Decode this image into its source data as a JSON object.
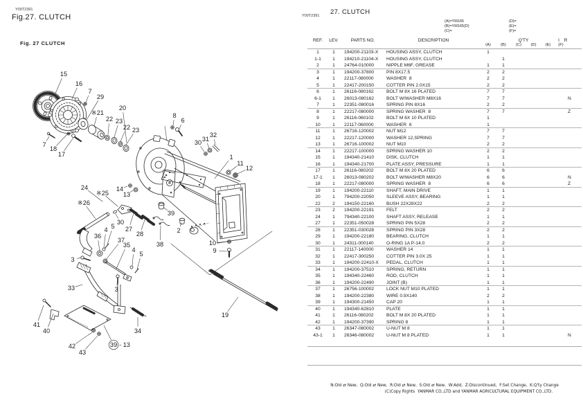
{
  "page": {
    "doc_code": "Y00T2391",
    "fig_title": "Fig.27.  CLUTCH",
    "fig_sublabel": "Fig. 27   CLUTCH"
  },
  "table": {
    "doc_code": "Y00T2391",
    "title": "27.  CLUTCH",
    "models_left": [
      "(A)=YM165",
      "(B)=YM165(D)",
      "(C)="
    ],
    "models_right": [
      "(D)=",
      "(E)=",
      "(F)="
    ],
    "columns": {
      "ref": "REF.",
      "lev": "LEV.",
      "part": "PARTS NO.",
      "desc": "DESCRIPTION",
      "qty": "Q'TY",
      "i": "I",
      "r": "R"
    },
    "qty_cols": [
      "(A)",
      "(B)",
      "(C)",
      "(D)",
      "(E)",
      "(F)"
    ],
    "rows": [
      [
        "1",
        "1",
        "194200-21103-X",
        "HOUSING ASSY, CLUTCH",
        "1",
        "",
        "",
        "",
        "",
        "",
        ""
      ],
      [
        "1-1",
        "1",
        "194210-21104-X",
        "HOUSING ASSY, CLUTCH",
        "",
        "1",
        "",
        "",
        "",
        "",
        ""
      ],
      [
        "2",
        "1",
        "24764-010000",
        "NIPPLE M6F, GREASE",
        "1",
        "1",
        "",
        "",
        "",
        "",
        ""
      ],
      [
        "3",
        "1",
        "194200-37800",
        "PIN 8X17.5",
        "2",
        "2",
        "",
        "",
        "",
        "",
        ""
      ],
      [
        "4",
        "1",
        "22117-080000",
        "WASHER  8",
        "2",
        "2",
        "",
        "",
        "",
        "",
        ""
      ],
      [
        "5",
        "1",
        "22417-200150",
        "COTTER PIN 2.0X15",
        "2",
        "2",
        "",
        "",
        "",
        "",
        ""
      ],
      [
        "6",
        "1",
        "26116-080162",
        "BOLT M 8X 16 PLATED",
        "7",
        "7",
        "",
        "",
        "",
        "",
        ""
      ],
      [
        "6-1",
        "1",
        "26013-080162",
        "BOLT W/WASHER M8X16",
        "7",
        "7",
        "",
        "",
        "",
        "",
        "N"
      ],
      [
        "7",
        "1",
        "22351-080016",
        "SPRING PIN 8X16",
        "2",
        "2",
        "",
        "",
        "",
        "",
        ""
      ],
      [
        "8",
        "1",
        "22217-080000",
        "SPRING WASHER  8",
        "7",
        "7",
        "",
        "",
        "",
        "",
        "Z"
      ],
      [
        "9",
        "1",
        "26116-060102",
        "BOLT M 6X 10 PLATED",
        "1",
        "",
        "",
        "",
        "",
        "",
        ""
      ],
      [
        "10",
        "1",
        "22117-060000",
        "WASHER  6",
        "1",
        "",
        "",
        "",
        "",
        "",
        ""
      ],
      [
        "11",
        "1",
        "26716-120002",
        "NUT M12",
        "7",
        "7",
        "",
        "",
        "",
        "",
        ""
      ],
      [
        "12",
        "1",
        "22217-120000",
        "WASHER 12,SPRING",
        "7",
        "7",
        "",
        "",
        "",
        "",
        ""
      ],
      [
        "13",
        "1",
        "26716-100002",
        "NUT M10",
        "2",
        "2",
        "",
        "",
        "",
        "",
        ""
      ],
      [
        "14",
        "1",
        "22217-100000",
        "SPRING WASHER 10",
        "2",
        "2",
        "",
        "",
        "",
        "",
        ""
      ],
      [
        "15",
        "1",
        "194340-21410",
        "DISK, CLUTCH",
        "1",
        "1",
        "",
        "",
        "",
        "",
        ""
      ],
      [
        "16",
        "1",
        "194340-21700",
        "PLATE ASSY, PRESSURE",
        "1",
        "1",
        "",
        "",
        "",
        "",
        ""
      ],
      [
        "17",
        "1",
        "26116-080202",
        "BOLT M 8X 20 PLATED",
        "6",
        "6",
        "",
        "",
        "",
        "",
        ""
      ],
      [
        "17-1",
        "1",
        "26013-080202",
        "BOLT W/WASHER M8X20",
        "6",
        "6",
        "",
        "",
        "",
        "",
        "N"
      ],
      [
        "18",
        "1",
        "22217-080000",
        "SPRING WASHER  8",
        "6",
        "6",
        "",
        "",
        "",
        "",
        "Z"
      ],
      [
        "19",
        "1",
        "194200-22110",
        "SHAFT, MAIN DRIVE",
        "1",
        "1",
        "",
        "",
        "",
        "",
        ""
      ],
      [
        "20",
        "1",
        "794200-22050",
        "SLEEVE ASSY, BEARING",
        "1",
        "1",
        "",
        "",
        "",
        "",
        ""
      ],
      [
        "22",
        "2",
        "194150-22160",
        "BUSH 22X28X22",
        "2",
        "2",
        "",
        "",
        "",
        "",
        ""
      ],
      [
        "23",
        "2",
        "194200-22191",
        "FELT",
        "2",
        "2",
        "",
        "",
        "",
        "",
        ""
      ],
      [
        "24",
        "1",
        "794340-22100",
        "SHAFT ASSY, RELEASE",
        "1",
        "1",
        "",
        "",
        "",
        "",
        ""
      ],
      [
        "27",
        "1",
        "22351-050028",
        "SPRING PIN 5X28",
        "2",
        "2",
        "",
        "",
        "",
        "",
        ""
      ],
      [
        "28",
        "1",
        "22351-030028",
        "SPRING PIN 3X28",
        "2",
        "2",
        "",
        "",
        "",
        "",
        ""
      ],
      [
        "29",
        "1",
        "194200-22180",
        "BEARING, CLUTCH",
        "1",
        "1",
        "",
        "",
        "",
        "",
        ""
      ],
      [
        "30",
        "1",
        "24311-000140",
        "O-RING 1A P-14.0",
        "2",
        "2",
        "",
        "",
        "",
        "",
        ""
      ],
      [
        "31",
        "1",
        "22117-140000",
        "WASHER 14",
        "1",
        "1",
        "",
        "",
        "",
        "",
        ""
      ],
      [
        "32",
        "1",
        "22417-300250",
        "COTTER PIN 3.0X 25",
        "1",
        "1",
        "",
        "",
        "",
        "",
        ""
      ],
      [
        "33",
        "1",
        "194200-22410-X",
        "PEDAL, CLUTCH",
        "1",
        "1",
        "",
        "",
        "",
        "",
        ""
      ],
      [
        "34",
        "1",
        "194200-37510",
        "SPRING, RETURN",
        "1",
        "1",
        "",
        "",
        "",
        "",
        ""
      ],
      [
        "35",
        "1",
        "194340-22460",
        "ROD, CLUTCH",
        "1",
        "1",
        "",
        "",
        "",
        "",
        ""
      ],
      [
        "36",
        "1",
        "194200-22490",
        "JOINT (B)",
        "1",
        "1",
        "",
        "",
        "",
        "",
        ""
      ],
      [
        "37",
        "1",
        "26756-100002",
        "LOCK NUT M10 PLATED",
        "1",
        "1",
        "",
        "",
        "",
        "",
        ""
      ],
      [
        "38",
        "1",
        "194200-22380",
        "WIRE 0.9X140",
        "2",
        "2",
        "",
        "",
        "",
        "",
        ""
      ],
      [
        "39",
        "1",
        "194300-21450",
        "CAP 20",
        "1",
        "1",
        "",
        "",
        "",
        "",
        ""
      ],
      [
        "40",
        "1",
        "194340-62810",
        "PLATE",
        "1",
        "1",
        "",
        "",
        "",
        "",
        ""
      ],
      [
        "41",
        "1",
        "26116-080202",
        "BOLT M 8X 20 PLATED",
        "1",
        "1",
        "",
        "",
        "",
        "",
        ""
      ],
      [
        "42",
        "1",
        "194200-37390",
        "SPRING 8",
        "1",
        "1",
        "",
        "",
        "",
        "",
        ""
      ],
      [
        "43",
        "1",
        "26347-080002",
        "U-NUT M 8",
        "1",
        "1",
        "",
        "",
        "",
        "",
        ""
      ],
      [
        "43-1",
        "1",
        "26346-080002",
        "U-NUT M 8 PLATED",
        "1",
        "1",
        "",
        "",
        "",
        "",
        "N"
      ]
    ]
  },
  "footer": {
    "legend": "N:Old ⇄ New,  Q:Old ⇄ New,  R:Old ⇄ New,  S:Old ⇄ New,  W:Add,  Z:Discontinued,  F:Set Change,  K:Q'ty Change",
    "copyright": "(C)Copy Rights  YANMAR CO.,LTD and YANMAR AGRICULTURAL EQUIPMENT CO.,LTD."
  },
  "diagram": {
    "callouts": [
      [
        "15",
        92,
        107,
        80,
        135
      ],
      [
        "16",
        114,
        121,
        104,
        143
      ],
      [
        "7",
        130,
        132,
        124,
        148
      ],
      [
        "29",
        145,
        140,
        125,
        173
      ],
      [
        "※21",
        141,
        163,
        136,
        182
      ],
      [
        "20",
        177,
        156,
        183,
        206
      ],
      [
        "22",
        158,
        172,
        156,
        194
      ],
      [
        "23",
        172,
        175,
        165,
        198
      ],
      [
        "22",
        183,
        184,
        174,
        204
      ],
      [
        "23",
        196,
        188,
        182,
        209
      ],
      [
        "7",
        64,
        209,
        71,
        197
      ],
      [
        "18",
        77,
        215,
        97,
        194
      ],
      [
        "17",
        89,
        223,
        106,
        199
      ],
      [
        "8",
        252,
        167,
        250,
        181
      ],
      [
        "6",
        264,
        174,
        259,
        186
      ],
      [
        "30",
        286,
        206,
        295,
        219
      ],
      [
        "31",
        297,
        201,
        302,
        214
      ],
      [
        "32",
        308,
        195,
        311,
        209
      ],
      [
        "1",
        334,
        227,
        310,
        258
      ],
      [
        "11",
        347,
        236,
        333,
        247
      ],
      [
        "12",
        360,
        243,
        343,
        251
      ],
      [
        "14",
        173,
        273,
        184,
        269
      ],
      [
        "13",
        183,
        281,
        192,
        275
      ],
      [
        "24",
        122,
        271,
        148,
        291
      ],
      [
        "※25",
        148,
        279,
        170,
        298
      ],
      [
        "※26",
        121,
        293,
        138,
        316
      ],
      [
        "30",
        174,
        321,
        167,
        309
      ],
      [
        "27",
        186,
        331,
        193,
        308
      ],
      [
        "28",
        202,
        338,
        210,
        315
      ],
      [
        "38",
        231,
        353,
        232,
        326
      ],
      [
        "39",
        247,
        308,
        237,
        300
      ],
      [
        "2",
        258,
        333,
        262,
        322
      ],
      [
        "36",
        141,
        341,
        144,
        363
      ],
      [
        "4",
        153,
        332,
        150,
        358
      ],
      [
        "5",
        163,
        327,
        155,
        353
      ],
      [
        "37",
        175,
        347,
        153,
        375
      ],
      [
        "35",
        183,
        354,
        168,
        388
      ],
      [
        "4",
        193,
        361,
        191,
        384
      ],
      [
        "5",
        204,
        367,
        198,
        389
      ],
      [
        "3",
        105,
        375,
        117,
        372
      ],
      [
        "33",
        103,
        416,
        119,
        411
      ],
      [
        "3",
        168,
        418,
        170,
        404
      ],
      [
        "41",
        53,
        469,
        63,
        441
      ],
      [
        "40",
        67,
        478,
        77,
        453
      ],
      [
        "42",
        104,
        500,
        133,
        480
      ],
      [
        "43",
        119,
        509,
        141,
        485
      ],
      [
        "39",
        164,
        498,
        150,
        470,
        "c",
        "- 13"
      ],
      [
        "34",
        199,
        478,
        199,
        458
      ],
      [
        "10",
        307,
        351,
        327,
        349
      ],
      [
        "9",
        310,
        362,
        327,
        363
      ],
      [
        "19",
        325,
        455,
        344,
        429
      ]
    ]
  }
}
